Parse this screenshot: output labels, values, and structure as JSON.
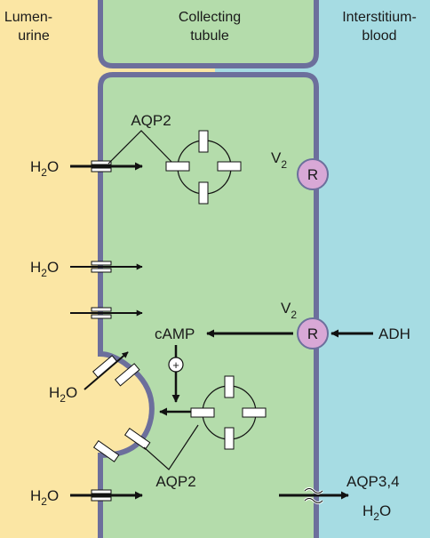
{
  "regions": {
    "lumen": {
      "line1": "Lumen-",
      "line2": "urine"
    },
    "tubule": {
      "line1": "Collecting",
      "line2": "tubule"
    },
    "interstitium": {
      "line1": "Interstitium-",
      "line2": "blood"
    }
  },
  "labels": {
    "aqp2_top": "AQP2",
    "aqp2_bottom": "AQP2",
    "h2o_main": "H",
    "h2o_sub": "2",
    "h2o_tail": "O",
    "camp": "cAMP",
    "plus": "+",
    "adh": "ADH",
    "v_main": "V",
    "v_sub": "2",
    "receptor": "R",
    "aqp34": "AQP3,4"
  },
  "colors": {
    "lumen": "#fbe6a4",
    "interstitium": "#a6dce3",
    "cell": "#b4dcab",
    "membrane": "#6c6f9c",
    "receptor": "#d8a8d6",
    "arrow": "#111111"
  },
  "icons": [
    "aquaporin-channel-icon",
    "receptor-icon",
    "arrow-icon",
    "plus-icon"
  ]
}
